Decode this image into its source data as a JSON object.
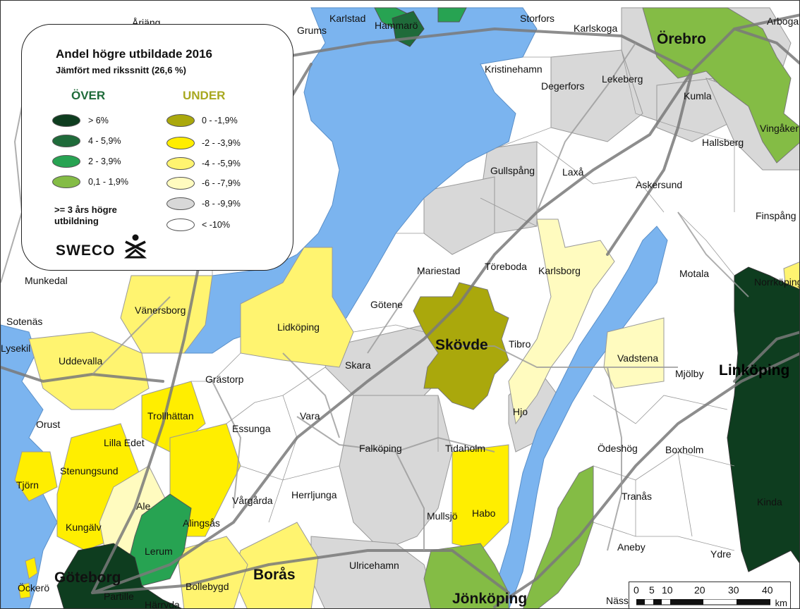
{
  "legend": {
    "title": "Andel högre utbildade 2016",
    "subtitle": "Jämfört med rikssnitt (26,6 %)",
    "over_heading": "ÖVER",
    "under_heading": "UNDER",
    "over_classes": [
      {
        "label": "> 6%",
        "color": "#0e3d1f"
      },
      {
        "label": "4 - 5,9%",
        "color": "#1f6b3a"
      },
      {
        "label": "2 - 3,9%",
        "color": "#27a352"
      },
      {
        "label": "0,1 - 1,9%",
        "color": "#84bc45"
      }
    ],
    "under_classes": [
      {
        "label": "0 - -1,9%",
        "color": "#aaa80c"
      },
      {
        "label": "-2 - -3,9%",
        "color": "#ffee00"
      },
      {
        "label": "-4 - -5,9%",
        "color": "#fff470"
      },
      {
        "label": "-6 - -7,9%",
        "color": "#fffbbf"
      },
      {
        "label": "-8 - -9,9%",
        "color": "#d8d8d8"
      },
      {
        "label": "< -10%",
        "color": "#ffffff"
      }
    ],
    "note": ">= 3 års högre utbildning",
    "logo_text": "SWECO"
  },
  "colors": {
    "water": "#7bb4ef",
    "over_heading": "#1f6b3a",
    "under_heading": "#a8a820",
    "road": "#7a7a7a"
  },
  "places": [
    {
      "name": "Årjäng",
      "big": false
    },
    {
      "name": "Grums",
      "big": false
    },
    {
      "name": "Karlstad",
      "big": false
    },
    {
      "name": "Hammarö",
      "big": false
    },
    {
      "name": "Storfors",
      "big": false
    },
    {
      "name": "Karlskoga",
      "big": false
    },
    {
      "name": "Örebro",
      "big": true
    },
    {
      "name": "Arboga",
      "big": false
    },
    {
      "name": "Kristinehamn",
      "big": false
    },
    {
      "name": "Degerfors",
      "big": false
    },
    {
      "name": "Lekeberg",
      "big": false
    },
    {
      "name": "Kumla",
      "big": false
    },
    {
      "name": "Vingåker",
      "big": false
    },
    {
      "name": "Hallsberg",
      "big": false
    },
    {
      "name": "Gullspång",
      "big": false
    },
    {
      "name": "Laxå",
      "big": false
    },
    {
      "name": "Askersund",
      "big": false
    },
    {
      "name": "Finspång",
      "big": false
    },
    {
      "name": "Mariestad",
      "big": false
    },
    {
      "name": "Töreboda",
      "big": false
    },
    {
      "name": "Karlsborg",
      "big": false
    },
    {
      "name": "Motala",
      "big": false
    },
    {
      "name": "Norrköping",
      "big": false
    },
    {
      "name": "Munkedal",
      "big": false
    },
    {
      "name": "Vänersborg",
      "big": false
    },
    {
      "name": "Götene",
      "big": false
    },
    {
      "name": "Sotenäs",
      "big": false
    },
    {
      "name": "Lidköping",
      "big": false
    },
    {
      "name": "Skövde",
      "big": true
    },
    {
      "name": "Tibro",
      "big": false
    },
    {
      "name": "Lysekil",
      "big": false
    },
    {
      "name": "Uddevalla",
      "big": false
    },
    {
      "name": "Skara",
      "big": false
    },
    {
      "name": "Vadstena",
      "big": false
    },
    {
      "name": "Mjölby",
      "big": false
    },
    {
      "name": "Linköping",
      "big": true
    },
    {
      "name": "Grästorp",
      "big": false
    },
    {
      "name": "Trollhättan",
      "big": false
    },
    {
      "name": "Vara",
      "big": false
    },
    {
      "name": "Hjo",
      "big": false
    },
    {
      "name": "Orust",
      "big": false
    },
    {
      "name": "Essunga",
      "big": false
    },
    {
      "name": "Lilla Edet",
      "big": false
    },
    {
      "name": "Falköping",
      "big": false
    },
    {
      "name": "Tidaholm",
      "big": false
    },
    {
      "name": "Ödeshög",
      "big": false
    },
    {
      "name": "Boxholm",
      "big": false
    },
    {
      "name": "Stenungsund",
      "big": false
    },
    {
      "name": "Tjörn",
      "big": false
    },
    {
      "name": "Herrljunga",
      "big": false
    },
    {
      "name": "Tranås",
      "big": false
    },
    {
      "name": "Ale",
      "big": false
    },
    {
      "name": "Vårgårda",
      "big": false
    },
    {
      "name": "Kinda",
      "big": false
    },
    {
      "name": "Kungälv",
      "big": false
    },
    {
      "name": "Alingsås",
      "big": false
    },
    {
      "name": "Mullsjö",
      "big": false
    },
    {
      "name": "Habo",
      "big": false
    },
    {
      "name": "Lerum",
      "big": false
    },
    {
      "name": "Aneby",
      "big": false
    },
    {
      "name": "Ydre",
      "big": false
    },
    {
      "name": "Ulricehamn",
      "big": false
    },
    {
      "name": "Öckerö",
      "big": false
    },
    {
      "name": "Göteborg",
      "big": true
    },
    {
      "name": "Bollebygd",
      "big": false
    },
    {
      "name": "Borås",
      "big": true
    },
    {
      "name": "Jönköping",
      "big": true
    },
    {
      "name": "Partille",
      "big": false
    },
    {
      "name": "Härryda",
      "big": false
    },
    {
      "name": "Nässjö",
      "big": false
    }
  ],
  "scale": {
    "ticks": [
      "0",
      "5",
      "10",
      "20",
      "30",
      "40"
    ],
    "unit": "km"
  }
}
